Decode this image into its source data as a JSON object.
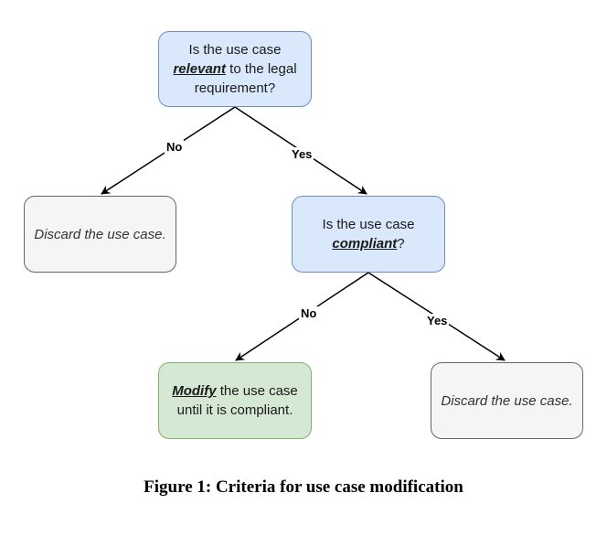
{
  "nodes": {
    "relevant": {
      "line1": "Is the use case",
      "emph": "relevant",
      "line2_rest": " to the legal",
      "line3": "requirement?"
    },
    "discard_1": {
      "text": "Discard the use case."
    },
    "compliant": {
      "line1": "Is the use case",
      "emph": "compliant",
      "line2_rest": "?"
    },
    "modify": {
      "emph": "Modify",
      "line1_rest": " the use case",
      "line2": "until it is compliant."
    },
    "discard_2": {
      "text": "Discard the use case."
    }
  },
  "edges": {
    "relevant_no": "No",
    "relevant_yes": "Yes",
    "compliant_no": "No",
    "compliant_yes": "Yes"
  },
  "colors": {
    "question_fill": "#dae8fc",
    "question_stroke": "#6c8ebf",
    "discard_fill": "#f5f5f5",
    "discard_stroke": "#666666",
    "modify_fill": "#d5e8d4",
    "modify_stroke": "#82b366"
  },
  "caption": "Figure 1: Criteria for use case modification"
}
